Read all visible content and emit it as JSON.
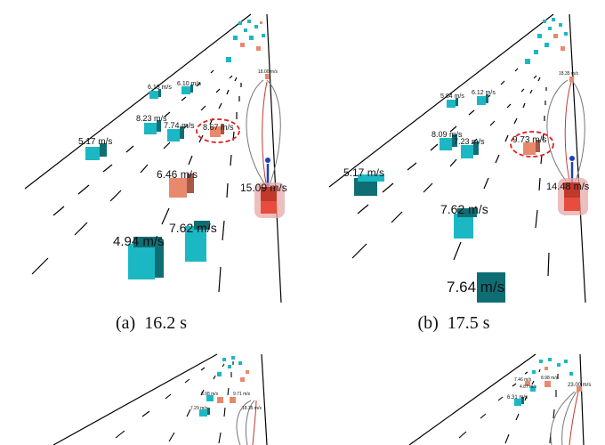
{
  "figure": {
    "panels": [
      {
        "caption_letter": "(a)",
        "caption_time": "16.2 s",
        "ego_speed": "15.09 m/s",
        "highlighted_speed": "8.67 m/s",
        "lead_speed": "18.00 m/s",
        "vehicle_speeds": [
          "6.18 m/s",
          "6.10 m/s",
          "8.23 m/s",
          "7.74 m/s",
          "5.17 m/s",
          "6.46 m/s",
          "7.62 m/s",
          "4.94 m/s"
        ]
      },
      {
        "caption_letter": "(b)",
        "caption_time": "17.5 s",
        "ego_speed": "14.48 m/s",
        "highlighted_speed": "9.73 m/s",
        "lead_speed": "18.35 m/s",
        "vehicle_speeds": [
          "5.84 m/s",
          "6.12 m/s",
          "8.09 m/s",
          "7.23 m/s",
          "5.17 m/s",
          "7.62 m/s",
          "7.64 m/s"
        ]
      },
      {
        "vehicle_speeds": [
          "8.98 m/s",
          "7.29 m/s",
          "9.71 m/s",
          "18.35 m/s"
        ]
      },
      {
        "vehicle_speeds": [
          "7.46 m/s",
          "4.67 m/s",
          "8.98 m/s",
          "6.31 m/s",
          "23.00 m/s"
        ]
      }
    ],
    "colors": {
      "other_vehicle": "#1bb8c4",
      "other_vehicle_dark": "#0f6e74",
      "target_vehicle": "#e8896d",
      "ego_vehicle": "#c0392b",
      "highlight_ring": "#e02020",
      "trajectory_blue": "#1f3fbf",
      "lane_line": "#000000"
    }
  }
}
